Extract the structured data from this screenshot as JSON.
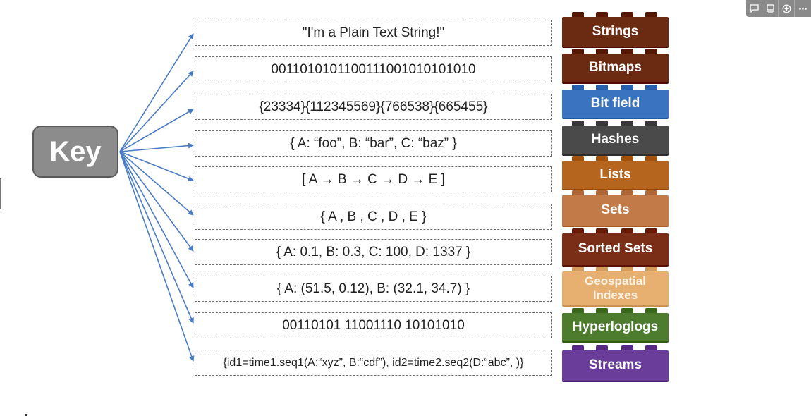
{
  "key": {
    "label": "Key"
  },
  "values": [
    {
      "text": "\"I'm a Plain Text String!\""
    },
    {
      "text": "0011010101100111001010101010"
    },
    {
      "text": "{23334}{112345569}{766538}{665455}"
    },
    {
      "text": "{ A: “foo”, B: “bar”, C: “baz”  }"
    },
    {
      "text": "[ A → B → C → D → E ]"
    },
    {
      "text": "{  A , B , C , D , E  }"
    },
    {
      "text": "{ A: 0.1, B: 0.3, C: 100, D: 1337 }"
    },
    {
      "text": "{ A: (51.5, 0.12), B: (32.1, 34.7)  }"
    },
    {
      "text": "00110101 11001110 10101010"
    },
    {
      "text": "{id1=time1.seq1(A:“xyz”, B:“cdf”), id2=time2.seq2(D:“abc”, )}"
    }
  ],
  "types": [
    {
      "label": "Strings",
      "color": "#6b2a12"
    },
    {
      "label": "Bitmaps",
      "color": "#6b2a12"
    },
    {
      "label": "Bit field",
      "color": "#3a73c0"
    },
    {
      "label": "Hashes",
      "color": "#4a4a4a"
    },
    {
      "label": "Lists",
      "color": "#b5651d"
    },
    {
      "label": "Sets",
      "color": "#c27b48"
    },
    {
      "label": "Sorted Sets",
      "color": "#7a2e18"
    },
    {
      "label": "Geospatial Indexes",
      "color": "#e8b070"
    },
    {
      "label": "Hyperloglogs",
      "color": "#4e7c2f"
    },
    {
      "label": "Streams",
      "color": "#6a3d9a"
    }
  ],
  "colors": {
    "arrow": "#4a7cc4",
    "key_fill": "#8c8c8c",
    "key_border": "#5a5a5a"
  },
  "toolbar": {
    "icons": [
      "comment-icon",
      "present-icon",
      "add-icon",
      "more-icon"
    ]
  }
}
